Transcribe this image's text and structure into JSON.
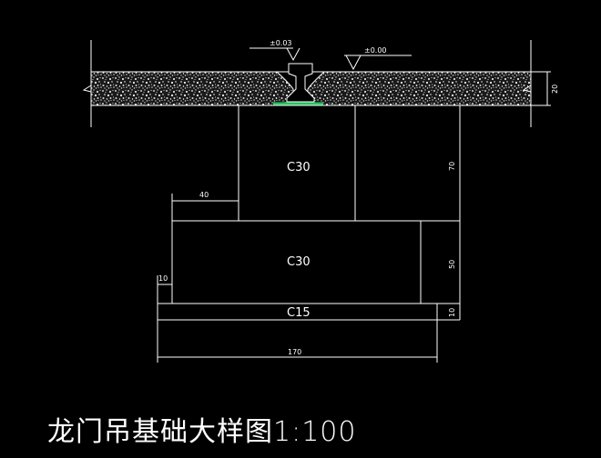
{
  "drawing": {
    "title": "龙门吊基础大样图1:100",
    "elevation_rail_top": "±0.03",
    "elevation_ground": "±0.00",
    "slab_thickness": "20",
    "upper_block_concrete": "C30",
    "upper_block_height": "70",
    "upper_block_offset": "40",
    "lower_block_concrete": "C30",
    "lower_block_height": "50",
    "lower_block_offset": "10",
    "cushion_concrete": "C15",
    "cushion_thickness": "10",
    "total_width": "170"
  },
  "colors": {
    "background": "#000000",
    "lines": "#ffffff",
    "rail_pad": "#22c55e"
  }
}
